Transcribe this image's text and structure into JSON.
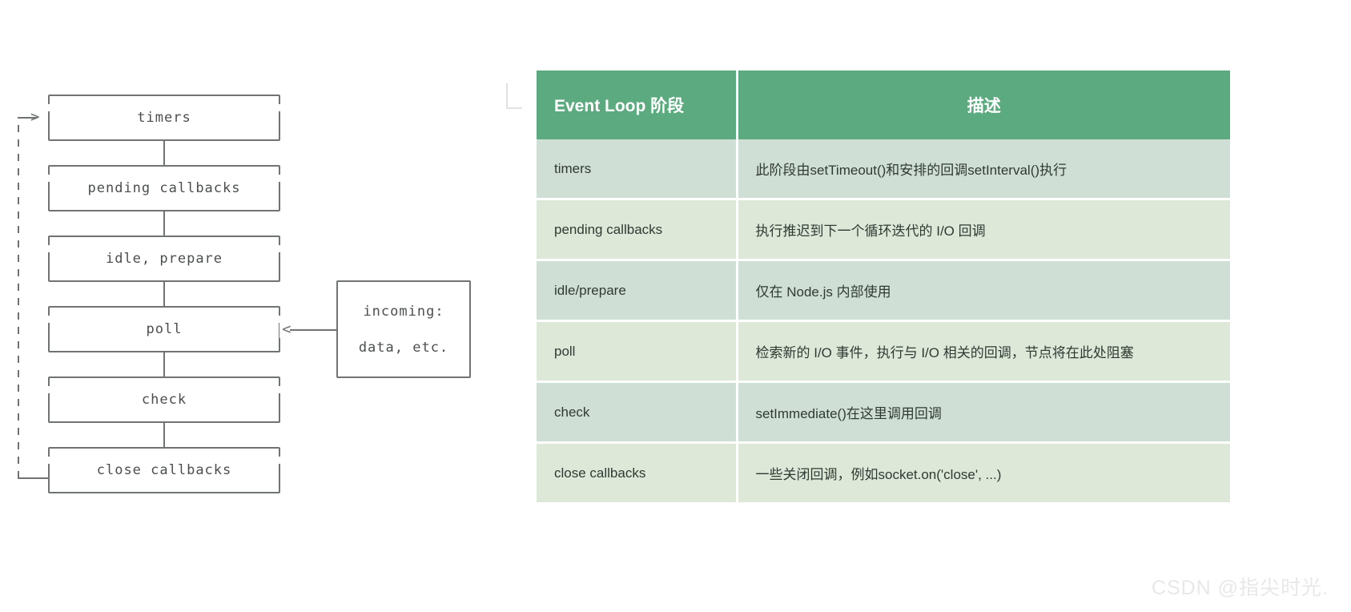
{
  "diagram": {
    "phases": [
      {
        "label": "timers"
      },
      {
        "label": "pending callbacks"
      },
      {
        "label": "idle, prepare"
      },
      {
        "label": "poll"
      },
      {
        "label": "check"
      },
      {
        "label": "close callbacks"
      }
    ],
    "incoming_box": {
      "line1": "incoming:",
      "line2": "data, etc."
    },
    "loop_arrow_glyph": ">",
    "incoming_arrow_glyph": "<"
  },
  "table": {
    "headers": {
      "phase": "Event Loop 阶段",
      "description": "描述"
    },
    "rows": [
      {
        "phase": "timers",
        "description": "此阶段由setTimeout()和安排的回调setInterval()执行"
      },
      {
        "phase": "pending callbacks",
        "description": "执行推迟到下一个循环迭代的 I/O 回调"
      },
      {
        "phase": "idle/prepare",
        "description": "仅在 Node.js 内部使用"
      },
      {
        "phase": "poll",
        "description": "检索新的 I/O 事件，执行与 I/O 相关的回调，节点将在此处阻塞"
      },
      {
        "phase": "check",
        "description": "setImmediate()在这里调用回调"
      },
      {
        "phase": "close callbacks",
        "description": "一些关闭回调，例如socket.on('close', ...)"
      }
    ]
  },
  "watermark": "CSDN @指尖时光.",
  "colors": {
    "header_green": "#5cab80",
    "row_odd": "#cfdfd5",
    "row_even": "#dde8d8",
    "diagram_stroke": "#6f7372"
  }
}
